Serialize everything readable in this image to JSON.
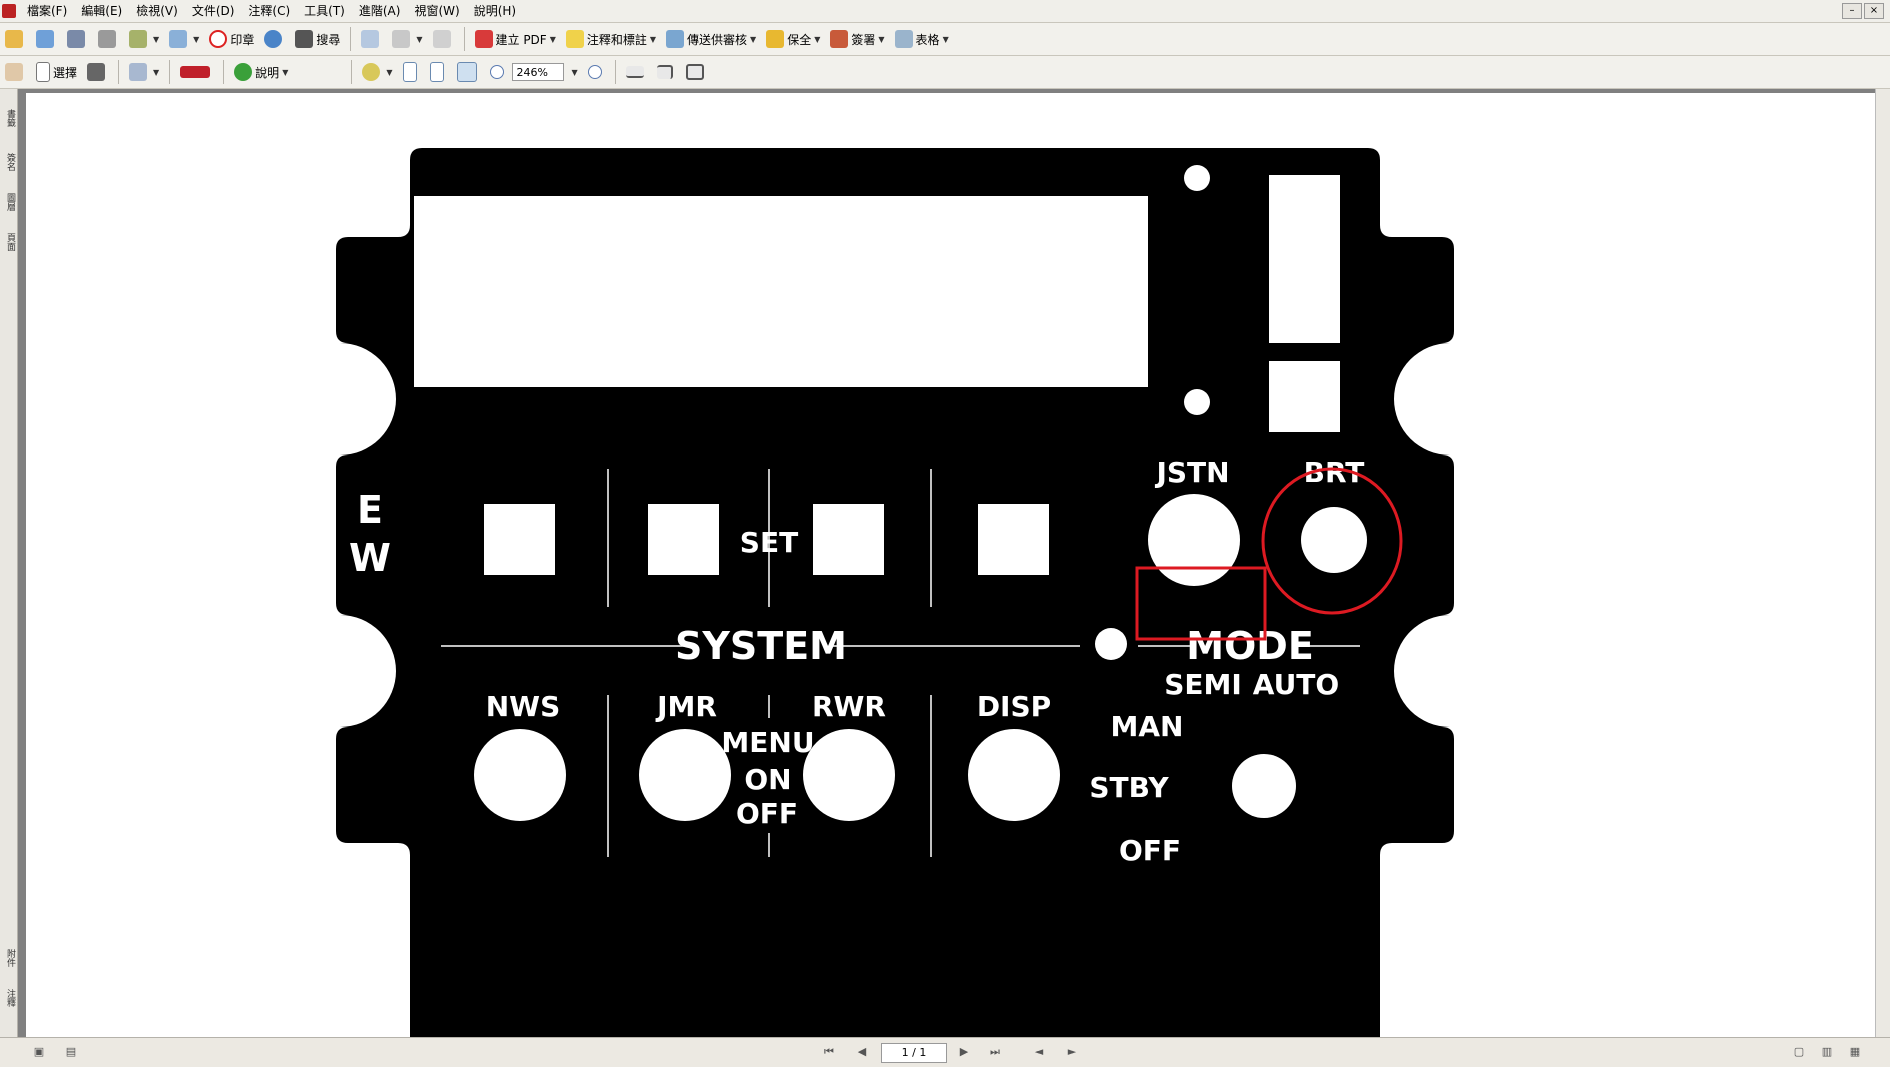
{
  "menubar": {
    "items": [
      "檔案(F)",
      "編輯(E)",
      "檢視(V)",
      "文件(D)",
      "注釋(C)",
      "工具(T)",
      "進階(A)",
      "視窗(W)",
      "說明(H)"
    ]
  },
  "toolbar1": {
    "stamp_label": "印章",
    "search_label": "搜尋",
    "create_pdf_label": "建立 PDF",
    "comment_label": "注釋和標註",
    "review_label": "傳送供審核",
    "secure_label": "保全",
    "sign_label": "簽署",
    "forms_label": "表格"
  },
  "toolbar2": {
    "select_label": "選擇",
    "help_label": "說明",
    "zoom_value": "246%"
  },
  "navpanel": {
    "tabs": [
      "書籤",
      "簽名",
      "圖層",
      "頁面",
      "附件",
      "注釋"
    ]
  },
  "panel": {
    "ew_top": "E",
    "ew_bottom": "W",
    "set_label": "SET",
    "jstn_label": "JSTN",
    "brt_label": "BRT",
    "system_label": "SYSTEM",
    "mode_label": "MODE",
    "semi_label": "SEMI",
    "auto_label": "AUTO",
    "man_label": "MAN",
    "stby_label": "STBY",
    "off_mode_label": "OFF",
    "nws_label": "NWS",
    "jmr_label": "JMR",
    "rwr_label": "RWR",
    "disp_label": "DISP",
    "menu_label": "MENU",
    "on_label": "ON",
    "off_label": "OFF"
  },
  "statusbar": {
    "page_indicator": "1 / 1"
  },
  "colors": {
    "panel": "#000000",
    "annotation": "#dd1a22"
  }
}
